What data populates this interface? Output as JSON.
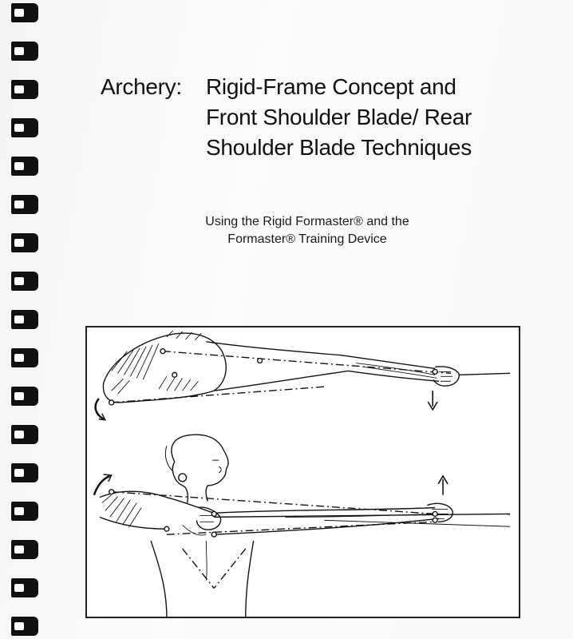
{
  "document": {
    "title_prefix": "Archery:",
    "title_lines": [
      "Rigid-Frame Concept and",
      "Front Shoulder Blade/ Rear",
      "Shoulder Blade Techniques"
    ],
    "subtitle_lines": [
      "Using the Rigid Formaster® and the",
      "Formaster® Training Device"
    ]
  },
  "figure": {
    "panels": [
      "top-view-arm-illustration",
      "front-view-archer-illustration"
    ]
  }
}
